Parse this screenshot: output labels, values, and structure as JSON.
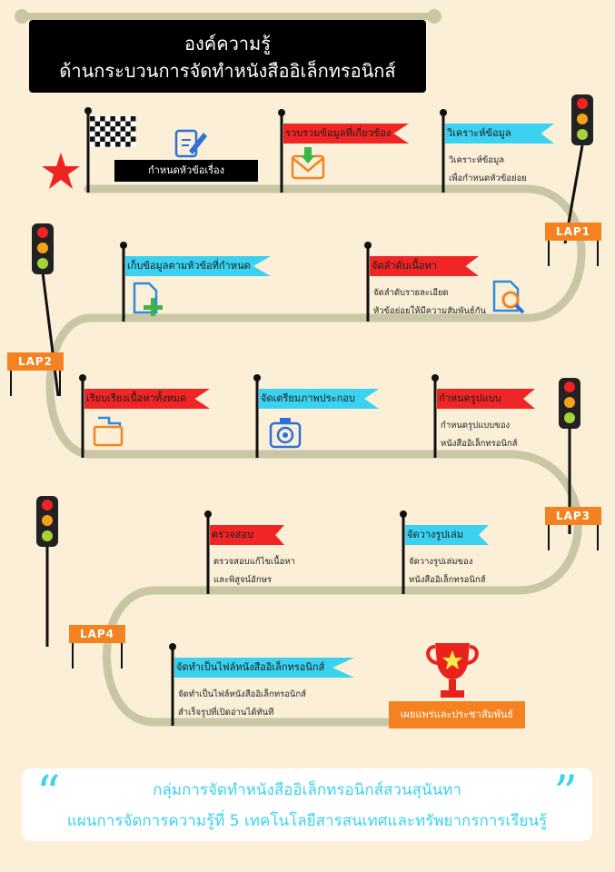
{
  "title": {
    "line1": "องค์ความรู้",
    "line2": "ด้านกระบวนการจัดทำหนังสืออิเล็กทรอนิกส์"
  },
  "start": {
    "label": "กำหนดหัวข้อเรื่อง"
  },
  "steps": [
    {
      "flag": "รวบรวมข้อมูลที่เกี่ยวข้อง",
      "note1": "",
      "note2": ""
    },
    {
      "flag": "วิเคราะห์ข้อมูล",
      "note1": "วิเคราะห์ข้อมูล",
      "note2": "เพื่อกำหนดหัวข้อย่อย"
    },
    {
      "flag": "เก็บข้อมูลตามหัวข้อที่กำหนด",
      "note1": "",
      "note2": ""
    },
    {
      "flag": "จัดลำดับเนื้อหา",
      "note1": "จัดลำดับรายละเอียด",
      "note2": "หัวข้อย่อยให้มีความสัมพันธ์กัน"
    },
    {
      "flag": "เรียบเรียงเนื้อหาทั้งหมด",
      "note1": "",
      "note2": ""
    },
    {
      "flag": "จัดเตรียมภาพประกอบ",
      "note1": "",
      "note2": ""
    },
    {
      "flag": "กำหนดรูปแบบ",
      "note1": "กำหนดรูปแบบของ",
      "note2": "หนังสืออิเล็กทรอนิกส์"
    },
    {
      "flag": "ตรวจสอบ",
      "note1": "ตรวจสอบแก้ไขเนื้อหา",
      "note2": "และพิสูจน์อักษร"
    },
    {
      "flag": "จัดวางรูปเล่ม",
      "note1": "จัดวางรูปเล่มของ",
      "note2": "หนังสืออิเล็กทรอนิกส์"
    },
    {
      "flag": "จัดทำเป็นไฟล์หนังสืออิเล็กทรอนิกส์",
      "note1": "จัดทำเป็นไฟล์หนังสืออิเล็กทรอนิกส์",
      "note2": "สำเร็จรูปที่เปิดอ่านได้ทันที"
    }
  ],
  "laps": [
    "LAP1",
    "LAP2",
    "LAP3",
    "LAP4"
  ],
  "finish": {
    "label": "เผยแพร่และประชาสัมพันธ์"
  },
  "footer": {
    "open_quote": "“",
    "close_quote": "”",
    "line1": "กลุ่มการจัดทำหนังสืออิเล็กทรอนิกส์สวนสุนันทา",
    "line2": "แผนการจัดการความรู้ที่ 5 เทคโนโลยีสารสนเทศและทรัพยากรการเรียนรู้"
  },
  "colors": {
    "background": "#fcefd7",
    "road": "#c9c6a6",
    "red_flag": "#f02626",
    "cyan_flag": "#3ad2f0",
    "lap_orange": "#f58220",
    "footer_text": "#3ad2f0"
  }
}
